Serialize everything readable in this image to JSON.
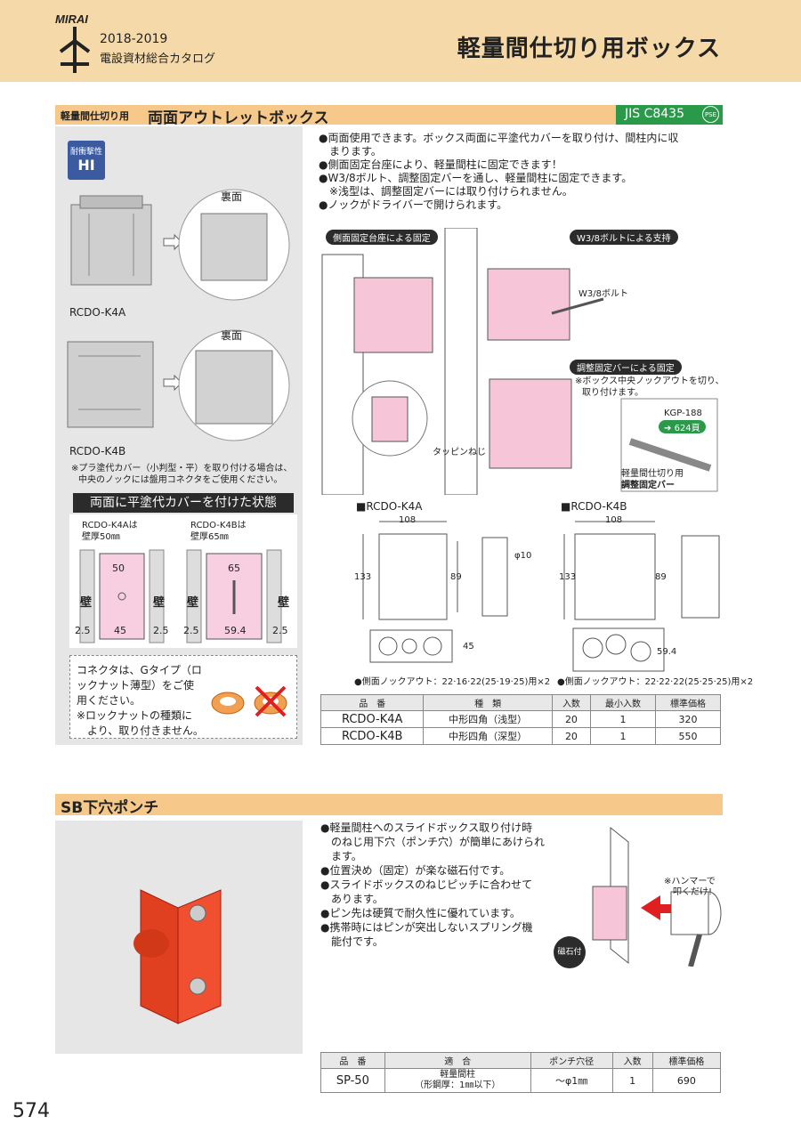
{
  "header": {
    "brand": "MIRAI",
    "year": "2018-2019",
    "catalog": "電設資材総合カタログ",
    "title": "軽量間仕切り用ボックス"
  },
  "section1": {
    "subtitle_small": "軽量間仕切り用",
    "subtitle": "両面アウトレットボックス",
    "jis": "JIS C8435",
    "pse": "PSE",
    "badge_top": "耐衝撃性",
    "badge_bottom": "HI",
    "back_label_1": "裏面",
    "back_label_2": "裏面",
    "model_a": "RCDO-K4A",
    "model_b": "RCDO-K4B",
    "note_pla_1": "※プラ塗代カバー（小判型・平）を取り付ける場合は、",
    "note_pla_2": "中央のノックには盤用コネクタをご使用ください。",
    "cover_state": "両面に平塗代カバーを付けた状態",
    "k4a_wall_1": "RCDO-K4Aは",
    "k4a_wall_2": "壁厚50㎜",
    "k4b_wall_1": "RCDO-K4Bは",
    "k4b_wall_2": "壁厚65㎜",
    "dim_50": "50",
    "dim_45": "45",
    "dim_65": "65",
    "dim_594": "59.4",
    "dim_25": "2.5",
    "wall": "壁",
    "connector_1": "コネクタは、Gタイプ（ロ",
    "connector_2": "ックナット薄型）をご使",
    "connector_3": "用ください。",
    "connector_4": "※ロックナットの種類に",
    "connector_5": "より、取り付きません。",
    "bullets": [
      "●両面使用できます。ボックス両面に平塗代カバーを取り付け、間柱内に収",
      "　まります。",
      "●側面固定台座により、軽量間柱に固定できます！",
      "●W3/8ボルト、調整固定バーを通し、軽量間柱に固定できます。",
      "　※浅型は、調整固定バーには取り付けられません。",
      "●ノックがドライバーで開けられます。"
    ],
    "pill_side": "側面固定台座による固定",
    "pill_w38": "W3/8ボルトによる支持",
    "pill_bar": "調整固定バーによる固定",
    "w38_label": "W3/8ボルト",
    "bar_note_1": "※ボックス中央ノックアウトを切り、",
    "bar_note_2": "取り付けます。",
    "tapping": "タッピンねじ",
    "kgp": "KGP-188",
    "kgp_page": "624頁",
    "bar_caption_1": "軽量間仕切り用",
    "bar_caption_2": "調整固定バー",
    "draw_a_title": "■RCDO-K4A",
    "draw_b_title": "■RCDO-K4B",
    "d108": "108",
    "d133": "133",
    "d89": "89",
    "d10": "φ10",
    "d45": "45",
    "d594": "59.4",
    "knock_a": "●側面ノックアウト：22·16·22(25·19·25)用×2",
    "knock_b": "●側面ノックアウト：22·22·22(25·25·25)用×2",
    "table_headers": [
      "品　番",
      "種　類",
      "入数",
      "最小入数",
      "標準価格"
    ],
    "table_rows": [
      [
        "RCDO-K4A",
        "中形四角（浅型）",
        "20",
        "1",
        "320"
      ],
      [
        "RCDO-K4B",
        "中形四角（深型）",
        "20",
        "1",
        "550"
      ]
    ]
  },
  "section2": {
    "title": "SB下穴ポンチ",
    "bullets": [
      "●軽量間柱へのスライドボックス取り付け時",
      "　のねじ用下穴（ポンチ穴）が簡単にあけられ",
      "　ます。",
      "●位置決め（固定）が楽な磁石付です。",
      "●スライドボックスのねじピッチに合わせて",
      "　あります。",
      "●ピン先は硬質で耐久性に優れています。",
      "●携帯時にはピンが突出しないスプリング機",
      "　能付です。"
    ],
    "hammer_1": "※ハンマーで",
    "hammer_2": "叩くだけ!",
    "magnet": "磁石付",
    "table_headers": [
      "品　番",
      "適　合",
      "ポンチ穴径",
      "入数",
      "標準価格"
    ],
    "row_code": "SP-50",
    "row_fit_1": "軽量間柱",
    "row_fit_2": "（形鋼厚：1㎜以下）",
    "row_dia": "～φ1㎜",
    "row_qty": "1",
    "row_price": "690"
  },
  "page_number": "574"
}
